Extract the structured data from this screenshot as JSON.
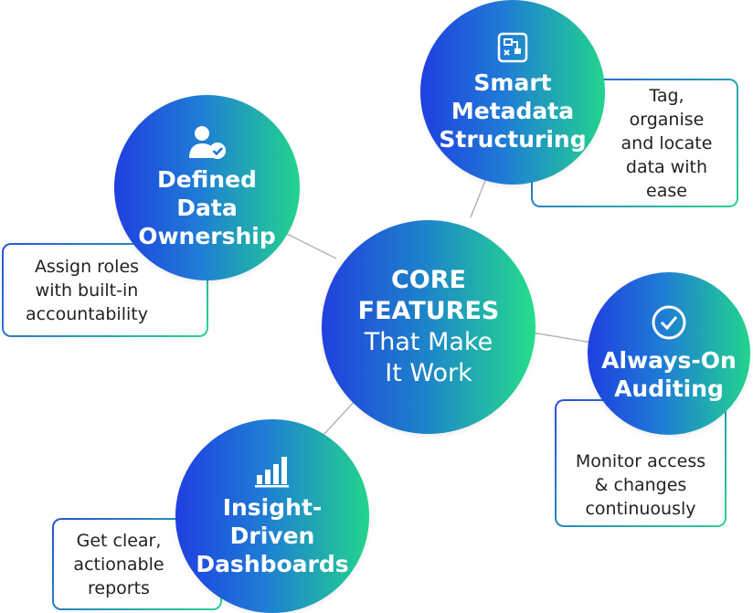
{
  "center": {
    "line1": "CORE",
    "line2": "FEATURES",
    "line3": "That Make\nIt Work"
  },
  "nodes": [
    {
      "title": "Smart\nMetadata\nStructuring",
      "icon": "workflow-icon",
      "note": "Tag,\norganise\nand locate\ndata with\nease"
    },
    {
      "title": "Defined\nData\nOwnership",
      "icon": "user-check-icon",
      "note": "Assign roles\nwith built-in\naccountability"
    },
    {
      "title": "Always-On\nAuditing",
      "icon": "check-circle-icon",
      "note": "Monitor access\n& changes\ncontinuously"
    },
    {
      "title": "Insight-\nDriven\nDashboards",
      "icon": "bar-chart-icon",
      "note": "Get clear,\nactionable\nreports"
    }
  ],
  "colors": {
    "gradient_start": "#1f3fe0",
    "gradient_end": "#22d48d",
    "connector": "#b5b5b5"
  }
}
